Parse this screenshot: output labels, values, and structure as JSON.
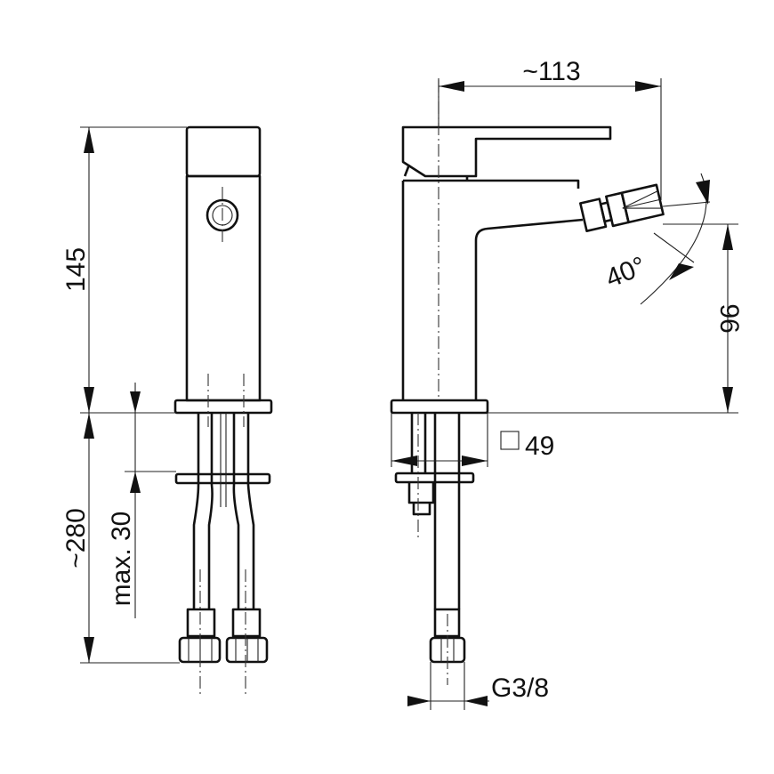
{
  "title": "Bidet mixer dimensional drawing",
  "dimensions": {
    "width_reach": "~113",
    "height_total": "145",
    "spout_height": "96",
    "spray_angle": "40°",
    "base_size": "49",
    "hose_length": "~280",
    "max_thickness": "max. 30",
    "connection": "G3/8"
  },
  "colors": {
    "line": "#111111",
    "background": "#ffffff"
  }
}
